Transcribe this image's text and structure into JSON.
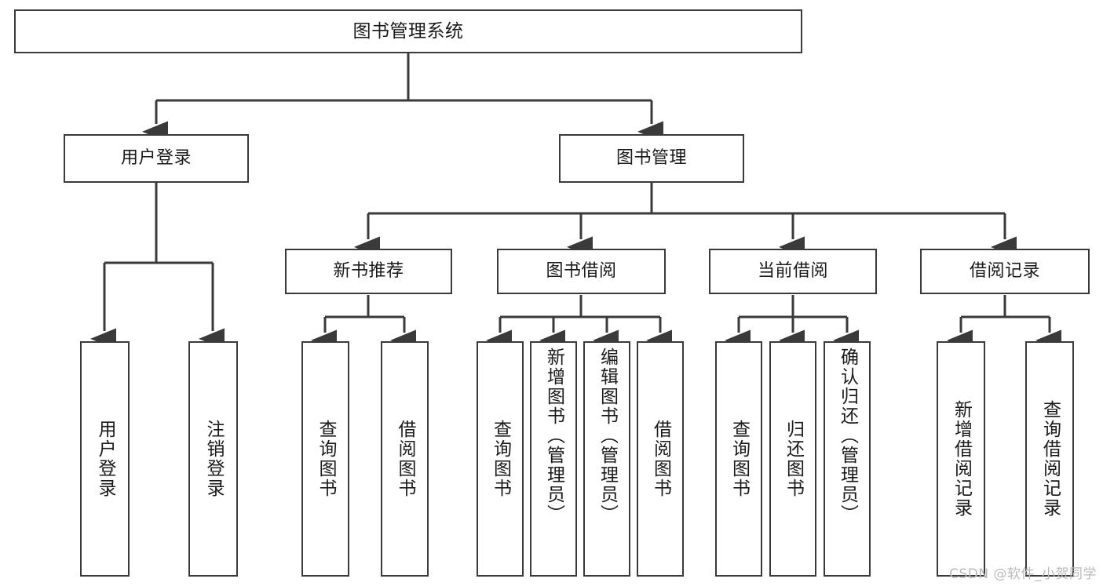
{
  "diagram": {
    "title": "图书管理系统",
    "type": "tree-hierarchy-chart",
    "watermark": "CSDN @软件_小贺同学",
    "colors": {
      "box_border": "#3a3a3a",
      "box_fill": "#ffffff",
      "connector": "#3a3a3a",
      "text": "#1a1a1a",
      "watermark": "#b9b9b9",
      "background": "#ffffff"
    },
    "root": {
      "label": "图书管理系统"
    },
    "level2": [
      {
        "label": "用户登录"
      },
      {
        "label": "图书管理"
      }
    ],
    "level3": [
      {
        "label": "新书推荐"
      },
      {
        "label": "图书借阅"
      },
      {
        "label": "当前借阅"
      },
      {
        "label": "借阅记录"
      }
    ],
    "leaves": {
      "user_login": [
        {
          "label": "用户登录"
        },
        {
          "label": "注销登录"
        }
      ],
      "new_book": [
        {
          "label": "查询图书"
        },
        {
          "label": "借阅图书"
        }
      ],
      "book_borrow": [
        {
          "label": "查询图书"
        },
        {
          "label": "新增图书（管理员）"
        },
        {
          "label": "编辑图书（管理员）"
        },
        {
          "label": "借阅图书"
        }
      ],
      "current_borrow": [
        {
          "label": "查询图书"
        },
        {
          "label": "归还图书"
        },
        {
          "label": "确认归还（管理员）"
        }
      ],
      "borrow_record": [
        {
          "label": "新增借阅记录"
        },
        {
          "label": "查询借阅记录"
        }
      ]
    }
  },
  "chart_data": {
    "type": "table",
    "title": "图书管理系统 功能结构图",
    "nodes": [
      {
        "id": "root",
        "label": "图书管理系统",
        "level": 1,
        "parent": null
      },
      {
        "id": "n-user-login",
        "label": "用户登录",
        "level": 2,
        "parent": "root"
      },
      {
        "id": "n-book-manage",
        "label": "图书管理",
        "level": 2,
        "parent": "root"
      },
      {
        "id": "n-new-book",
        "label": "新书推荐",
        "level": 3,
        "parent": "n-book-manage"
      },
      {
        "id": "n-book-borrow",
        "label": "图书借阅",
        "level": 3,
        "parent": "n-book-manage"
      },
      {
        "id": "n-current-borrow",
        "label": "当前借阅",
        "level": 3,
        "parent": "n-book-manage"
      },
      {
        "id": "n-borrow-record",
        "label": "借阅记录",
        "level": 3,
        "parent": "n-book-manage"
      },
      {
        "id": "l-user-login-1",
        "label": "用户登录",
        "level": 3,
        "parent": "n-user-login"
      },
      {
        "id": "l-user-login-2",
        "label": "注销登录",
        "level": 3,
        "parent": "n-user-login"
      },
      {
        "id": "l-new-book-1",
        "label": "查询图书",
        "level": 4,
        "parent": "n-new-book"
      },
      {
        "id": "l-new-book-2",
        "label": "借阅图书",
        "level": 4,
        "parent": "n-new-book"
      },
      {
        "id": "l-book-borrow-1",
        "label": "查询图书",
        "level": 4,
        "parent": "n-book-borrow"
      },
      {
        "id": "l-book-borrow-2",
        "label": "新增图书（管理员）",
        "level": 4,
        "parent": "n-book-borrow"
      },
      {
        "id": "l-book-borrow-3",
        "label": "编辑图书（管理员）",
        "level": 4,
        "parent": "n-book-borrow"
      },
      {
        "id": "l-book-borrow-4",
        "label": "借阅图书",
        "level": 4,
        "parent": "n-book-borrow"
      },
      {
        "id": "l-current-borrow-1",
        "label": "查询图书",
        "level": 4,
        "parent": "n-current-borrow"
      },
      {
        "id": "l-current-borrow-2",
        "label": "归还图书",
        "level": 4,
        "parent": "n-current-borrow"
      },
      {
        "id": "l-current-borrow-3",
        "label": "确认归还（管理员）",
        "level": 4,
        "parent": "n-current-borrow"
      },
      {
        "id": "l-borrow-record-1",
        "label": "新增借阅记录",
        "level": 4,
        "parent": "n-borrow-record"
      },
      {
        "id": "l-borrow-record-2",
        "label": "查询借阅记录",
        "level": 4,
        "parent": "n-borrow-record"
      }
    ]
  }
}
